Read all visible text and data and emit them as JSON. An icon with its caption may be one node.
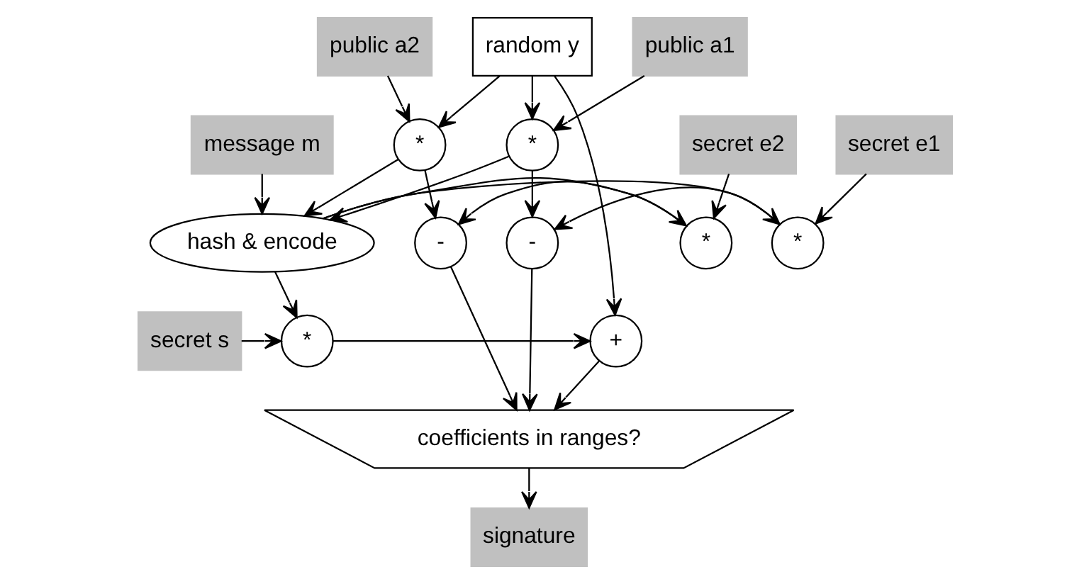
{
  "diagram": {
    "nodes": [
      {
        "text": [
          "public a1"
        ]
      },
      {
        "text": [
          "random y"
        ]
      },
      {
        "text": [
          "public a2"
        ]
      },
      {
        "text": [
          "*"
        ]
      },
      {
        "text": [
          "*"
        ]
      },
      {
        "text": [
          "message m"
        ]
      },
      {
        "text": [
          "secret e1"
        ]
      },
      {
        "text": [
          "secret e2"
        ]
      },
      {
        "text": [
          "-"
        ]
      },
      {
        "text": [
          "*"
        ]
      },
      {
        "text": [
          "hash & encode"
        ]
      },
      {
        "text": [
          "*"
        ]
      },
      {
        "text": [
          "-"
        ]
      },
      {
        "text": [
          "secret s"
        ]
      },
      {
        "text": [
          "*"
        ]
      },
      {
        "text": [
          "+"
        ]
      },
      {
        "text": [
          "coefficients in ranges?"
        ]
      },
      {
        "text": [
          "signature"
        ]
      }
    ],
    "edges": [
      {
        "from": 0,
        "to": 3,
        "arrow": "to"
      },
      {
        "from": 1,
        "to": 3,
        "arrow": "to"
      },
      {
        "from": 1,
        "to": 4,
        "arrow": "to"
      },
      {
        "from": 2,
        "to": 4,
        "arrow": "to"
      },
      {
        "from": 1,
        "to": 15,
        "arrow": "to"
      },
      {
        "from": 3,
        "to": 8,
        "arrow": "to"
      },
      {
        "from": 3,
        "to": 10,
        "arrow": "to"
      },
      {
        "from": 4,
        "to": 10,
        "arrow": "to"
      },
      {
        "from": 4,
        "to": 12,
        "arrow": "to"
      },
      {
        "from": 5,
        "to": 10,
        "arrow": "to"
      },
      {
        "from": 6,
        "to": 9,
        "arrow": "to"
      },
      {
        "from": 10,
        "to": 9,
        "arrow": "to"
      },
      {
        "from": 9,
        "to": 8,
        "arrow": "to"
      },
      {
        "from": 7,
        "to": 11,
        "arrow": "to"
      },
      {
        "from": 10,
        "to": 11,
        "arrow": "to"
      },
      {
        "from": 11,
        "to": 12,
        "arrow": "to"
      },
      {
        "from": 10,
        "to": 14,
        "arrow": "to"
      },
      {
        "from": 13,
        "to": 14,
        "arrow": "to"
      },
      {
        "from": 14,
        "to": 15,
        "arrow": "to"
      },
      {
        "from": 15,
        "to": 16,
        "arrow": "to"
      },
      {
        "from": 8,
        "to": 16,
        "arrow": "to"
      },
      {
        "from": 12,
        "to": 16,
        "arrow": "to"
      },
      {
        "from": 16,
        "to": 17,
        "arrow": "to"
      }
    ]
  }
}
